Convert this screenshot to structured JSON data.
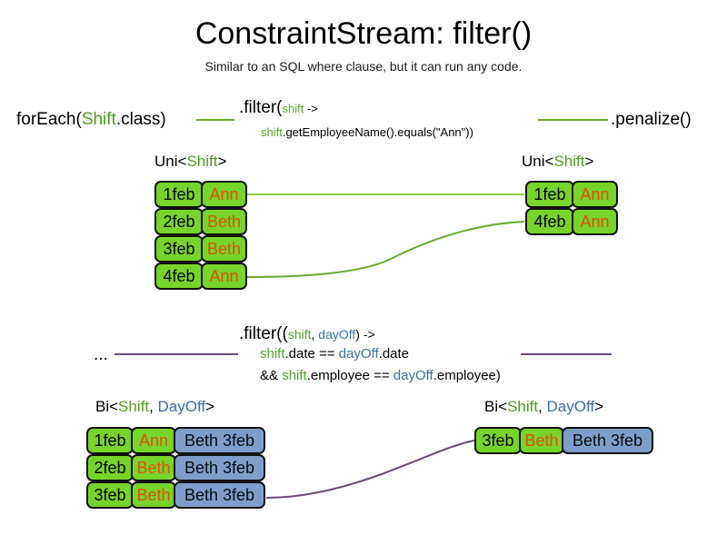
{
  "header": {
    "title": "ConstraintStream: filter()",
    "subtitle": "Similar to an SQL where clause, but it can run any code."
  },
  "colors": {
    "fact_green": "#77d42a",
    "fact_blue": "#7d9ecb",
    "name_orange": "#e0510e",
    "type_green": "#4f9e1e",
    "type_blue": "#3b6ea8",
    "wire_green": "#6aa82c",
    "wire_green_light": "#8fc94e",
    "wire_purple": "#6b4a78",
    "border": "#111111"
  },
  "section_uni": {
    "pipeline": {
      "source_label": {
        "pre": "forEach(",
        "type": "Shift",
        "post": ".class)"
      },
      "filter_line1": {
        "pre": ".filter(",
        "var": "shift",
        "post": " ->"
      },
      "filter_line2": {
        "var": "shift",
        "post": ".getEmployeeName().equals(\"Ann\"))"
      },
      "sink_label": ".penalize()"
    },
    "left_group": {
      "label": {
        "pre": "Uni<",
        "type1": "Shift",
        "post": ">"
      },
      "rows": [
        {
          "date": "1feb",
          "name": "Ann"
        },
        {
          "date": "2feb",
          "name": "Beth"
        },
        {
          "date": "3feb",
          "name": "Beth"
        },
        {
          "date": "4feb",
          "name": "Ann"
        }
      ]
    },
    "right_group": {
      "label": {
        "pre": "Uni<",
        "type1": "Shift",
        "post": ">"
      },
      "rows": [
        {
          "date": "1feb",
          "name": "Ann"
        },
        {
          "date": "4feb",
          "name": "Ann"
        }
      ]
    }
  },
  "section_bi": {
    "pipeline": {
      "source_label": "...",
      "filter_line1": {
        "pre": ".filter((",
        "var1": "shift",
        "sep": ", ",
        "var2": "dayOff",
        "post": ") ->"
      },
      "filter_line2": {
        "var1": "shift",
        "mid1": ".date == ",
        "var2": "dayOff",
        "post": ".date"
      },
      "filter_line3": {
        "pre": "&& ",
        "var1": "shift",
        "mid1": ".employee == ",
        "var2": "dayOff",
        "post": ".employee)"
      }
    },
    "left_group": {
      "label": {
        "pre": "Bi<",
        "type1": "Shift",
        "sep": ", ",
        "type2": "DayOff",
        "post": ">"
      },
      "rows": [
        {
          "date": "1feb",
          "name": "Ann",
          "dayoff": "Beth 3feb"
        },
        {
          "date": "2feb",
          "name": "Beth",
          "dayoff": "Beth 3feb"
        },
        {
          "date": "3feb",
          "name": "Beth",
          "dayoff": "Beth 3feb"
        }
      ]
    },
    "right_group": {
      "label": {
        "pre": "Bi<",
        "type1": "Shift",
        "sep": ", ",
        "type2": "DayOff",
        "post": ">"
      },
      "rows": [
        {
          "date": "3feb",
          "name": "Beth",
          "dayoff": "Beth 3feb"
        }
      ]
    }
  }
}
